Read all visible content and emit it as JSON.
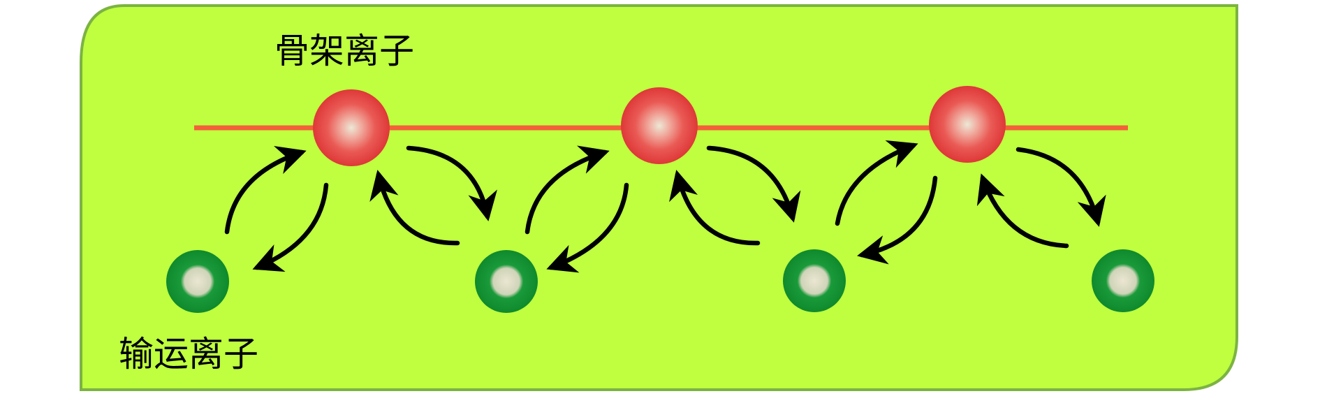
{
  "labels": {
    "framework_ion": "骨架离子",
    "transport_ion": "输运离子"
  },
  "colors": {
    "panel_fill": "#bfff3f",
    "panel_border": "#7cb342",
    "chain_line": "#f4603a",
    "framework_ion": "#e53935",
    "transport_ion": "#1b8a2e",
    "arrow": "#000000"
  },
  "framework_ions": 3,
  "transport_ions": 4
}
